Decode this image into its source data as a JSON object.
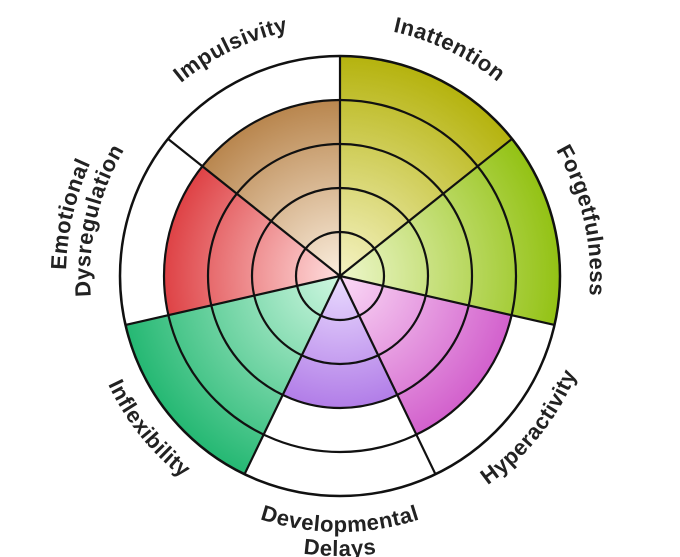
{
  "chart_data": {
    "type": "radial_bar",
    "categories": [
      "Inattention",
      "Forgetfulness",
      "Hyperactivity",
      "Developmental Delays",
      "Inflexibility",
      "Emotional Dysregulation",
      "Impulsivity"
    ],
    "label_lines": [
      [
        "Inattention"
      ],
      [
        "Forgetfulness"
      ],
      [
        "Hyperactivity"
      ],
      [
        "Developmental",
        "Delays"
      ],
      [
        "Inflexibility"
      ],
      [
        "Emotional",
        "Dysregulation"
      ],
      [
        "Impulsivity"
      ]
    ],
    "values": [
      5,
      5,
      4,
      3,
      5,
      4,
      4
    ],
    "scale_max": 5,
    "rings": 5,
    "colors": {
      "Inattention": {
        "outer": "#b5b30e",
        "inner": "#f5f3c4"
      },
      "Forgetfulness": {
        "outer": "#93c214",
        "inner": "#eef7cc"
      },
      "Hyperactivity": {
        "outer": "#c842c2",
        "inner": "#fbdaf6"
      },
      "Developmental Delays": {
        "outer": "#8c3ed8",
        "inner": "#eadcff"
      },
      "Inflexibility": {
        "outer": "#25b873",
        "inner": "#cff7e1"
      },
      "Emotional Dysregulation": {
        "outer": "#d61b1f",
        "inner": "#ffdede"
      },
      "Impulsivity": {
        "outer": "#a86c2a",
        "inner": "#fbeede"
      }
    },
    "grid_color": "#111111"
  }
}
